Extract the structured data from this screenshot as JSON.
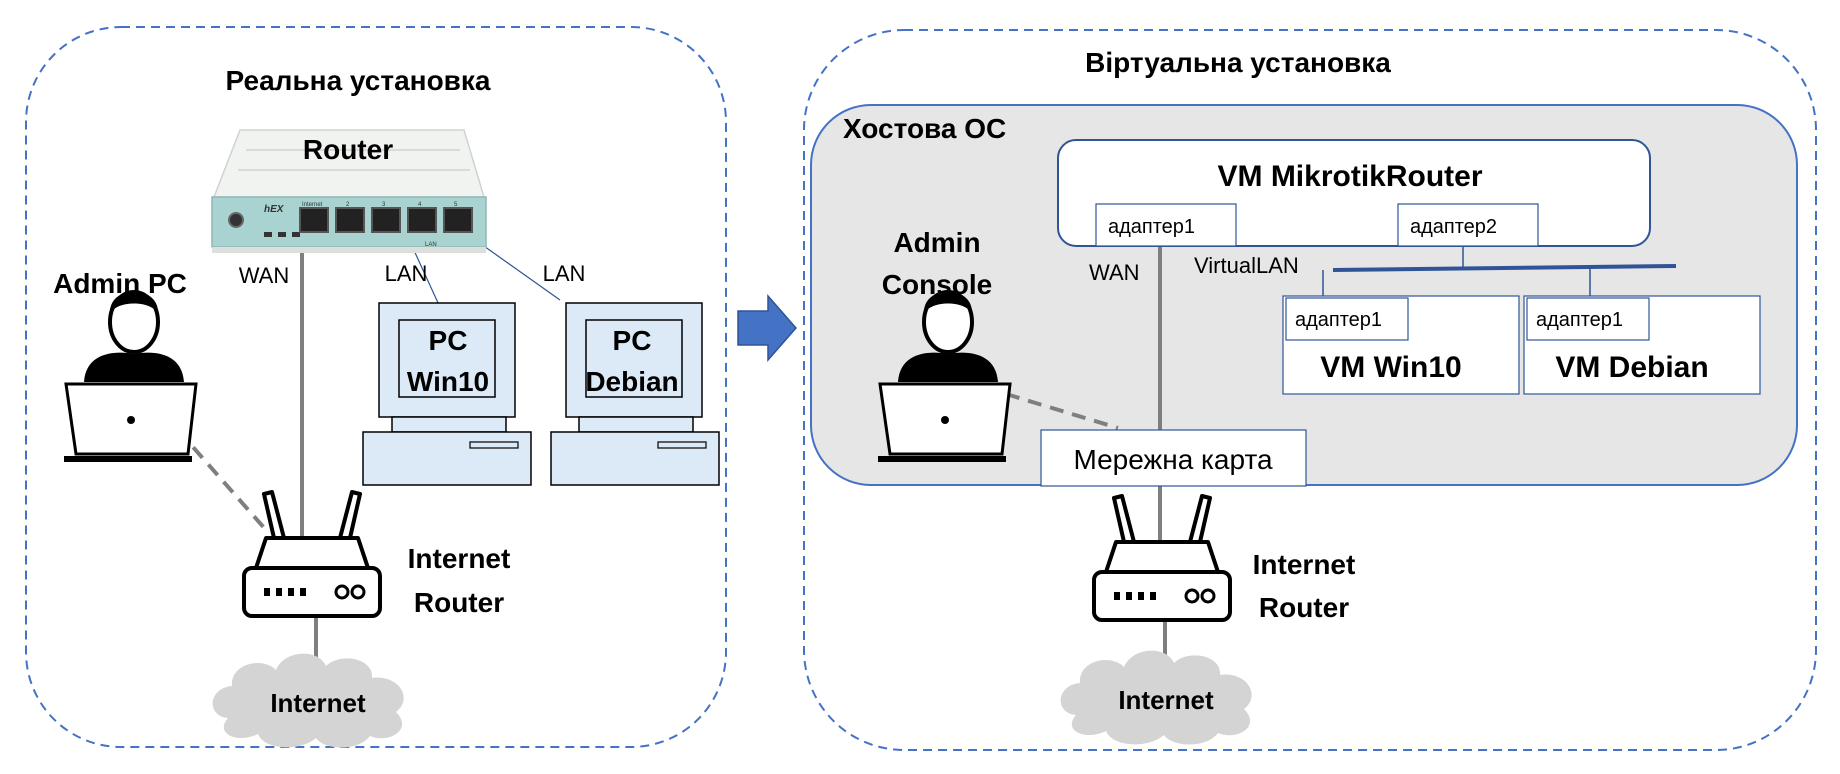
{
  "real_setup": {
    "title": "Реальна установка",
    "router_label": "Router",
    "router_brand": "hEX",
    "router_port_labels": [
      "Internet",
      "2",
      "3",
      "4",
      "5"
    ],
    "router_lan_caption": "LAN",
    "admin_label": "Admin PC",
    "wan_label": "WAN",
    "lan_label_1": "LAN",
    "lan_label_2": "LAN",
    "pc1_line1": "PC",
    "pc1_line2": "Win10",
    "pc2_line1": "PC",
    "pc2_line2": "Debian",
    "internet_router_line1": "Internet",
    "internet_router_line2": "Router",
    "internet_cloud": "Internet"
  },
  "virtual_setup": {
    "title": "Віртуальна установка",
    "host_os_label": "Хостова ОС",
    "vm_router_label": "VM MikrotikRouter",
    "adapter1_label": "адаптер1",
    "adapter2_label": "адаптер2",
    "wan_label": "WAN",
    "virtual_lan_label": "VirtualLAN",
    "admin_line1": "Admin",
    "admin_line2": "Console",
    "vm_win10_adapter": "адаптер1",
    "vm_win10_label": "VM Win10",
    "vm_debian_adapter": "адаптер1",
    "vm_debian_label": "VM Debian",
    "nic_label": "Мережна карта",
    "internet_router_line1": "Internet",
    "internet_router_line2": "Router",
    "internet_cloud": "Internet"
  },
  "colors": {
    "dashed_border": "#4472c4",
    "host_fill": "#e6e6e6",
    "host_border": "#4472c4",
    "arrow": "#4472c4",
    "pc_fill": "#dce9f7",
    "router_body": "#e9ecea",
    "router_panel": "#a9d3d0",
    "line_gray": "#7f7f7f",
    "cloud": "#d4d4d4",
    "virtual_lan_line": "#2f5597"
  },
  "icons": {
    "admin": "user-laptop-icon",
    "router": "mikrotik-hex-router-icon",
    "wifi_router": "wifi-router-icon",
    "pc": "desktop-pc-icon",
    "cloud": "cloud-icon",
    "arrow": "right-arrow-icon"
  }
}
